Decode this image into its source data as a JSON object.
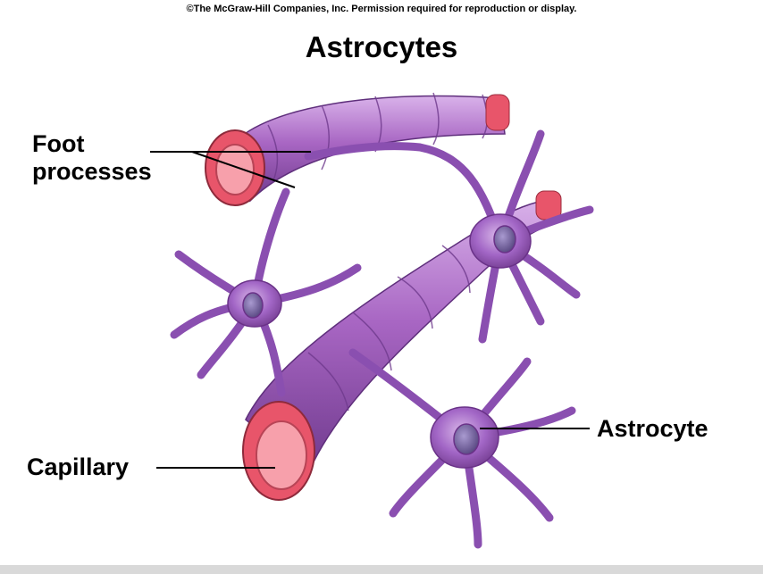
{
  "copyright": "©The McGraw-Hill Companies, Inc. Permission required for reproduction or display.",
  "title": "Astrocytes",
  "labels": {
    "foot_line1": "Foot",
    "foot_line2": "processes",
    "capillary": "Capillary",
    "astrocyte": "Astrocyte"
  },
  "colors": {
    "capillary_wall": "#a866c3",
    "capillary_shadow": "#7a3f96",
    "lumen": "#e8556a",
    "lumen_light": "#f7a0ab",
    "cell_body": "#9b5fbf",
    "nucleus": "#7c6aa8"
  }
}
